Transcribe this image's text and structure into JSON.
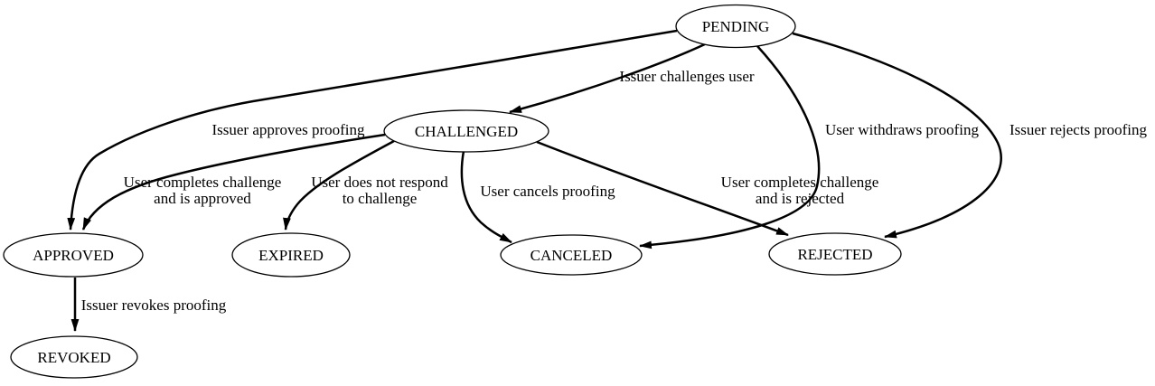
{
  "diagram": {
    "kind": "state-transition-diagram",
    "background_color": "#ffffff",
    "stroke_color": "#000000",
    "text_color": "#000000",
    "nodes": [
      {
        "id": "pending",
        "label": "PENDING"
      },
      {
        "id": "challenged",
        "label": "CHALLENGED"
      },
      {
        "id": "approved",
        "label": "APPROVED"
      },
      {
        "id": "expired",
        "label": "EXPIRED"
      },
      {
        "id": "canceled",
        "label": "CANCELED"
      },
      {
        "id": "rejected",
        "label": "REJECTED"
      },
      {
        "id": "revoked",
        "label": "REVOKED"
      }
    ],
    "edges": [
      {
        "from": "PENDING",
        "to": "CHALLENGED",
        "label": "Issuer challenges user",
        "lines": [
          "Issuer challenges user"
        ]
      },
      {
        "from": "PENDING",
        "to": "APPROVED",
        "label": "Issuer approves proofing",
        "lines": [
          "Issuer approves proofing"
        ]
      },
      {
        "from": "CHALLENGED",
        "to": "APPROVED",
        "label": "User completes challenge and is approved",
        "lines": [
          "User completes challenge",
          "and is approved"
        ]
      },
      {
        "from": "CHALLENGED",
        "to": "EXPIRED",
        "label": "User does not respond to challenge",
        "lines": [
          "User does not respond",
          "to challenge"
        ]
      },
      {
        "from": "CHALLENGED",
        "to": "CANCELED",
        "label": "User cancels proofing",
        "lines": [
          "User cancels proofing"
        ]
      },
      {
        "from": "CHALLENGED",
        "to": "REJECTED",
        "label": "User completes challenge and is rejected",
        "lines": [
          "User completes challenge",
          "and is rejected"
        ]
      },
      {
        "from": "PENDING",
        "to": "CANCELED",
        "label": "User withdraws proofing",
        "lines": [
          "User withdraws proofing"
        ]
      },
      {
        "from": "PENDING",
        "to": "REJECTED",
        "label": "Issuer rejects proofing",
        "lines": [
          "Issuer rejects proofing"
        ]
      },
      {
        "from": "APPROVED",
        "to": "REVOKED",
        "label": "Issuer revokes proofing",
        "lines": [
          "Issuer revokes proofing"
        ]
      }
    ]
  }
}
